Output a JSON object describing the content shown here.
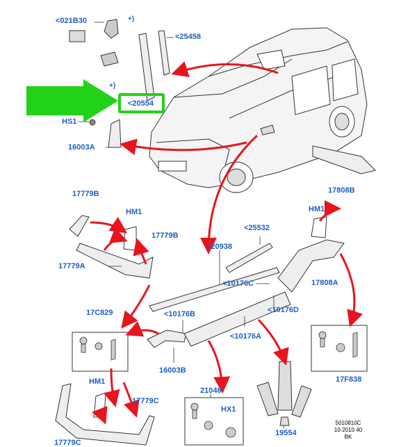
{
  "labels": {
    "p021B30": "<021B30",
    "p25458": "<25458",
    "p20554": "<20554",
    "hs1": "HS1",
    "p16003A": "16003A",
    "p17779B_a": "17779B",
    "hm1_a": "HM1",
    "p17779B_b": "17779B",
    "p17779A": "17779A",
    "p17808B": "17808B",
    "hm1_b": "HM1",
    "p25532": "<25532",
    "p20938": "<20938",
    "p10176C": "<10176C",
    "p17808A": "17808A",
    "p10176D": "<10176D",
    "p10176B": "<10176B",
    "p10176A": "<10176A",
    "p17C829": "17C829",
    "p16003B": "16003B",
    "hm1_c": "HM1",
    "p17779C_a": "17779C",
    "p17779C_b": "17779C",
    "p21048": "21048",
    "hx1": "HX1",
    "p19554": "19554",
    "p17F838": "17F838"
  },
  "plus_marks": [
    "+)",
    "+)"
  ],
  "ref_code": {
    "line1": "5010810C",
    "line2": "10-2010 40",
    "line3": "BK"
  },
  "colors": {
    "label": "#1a5fc8",
    "arrow": "#e8141e",
    "highlight": "#22d219",
    "line": "#333333"
  }
}
